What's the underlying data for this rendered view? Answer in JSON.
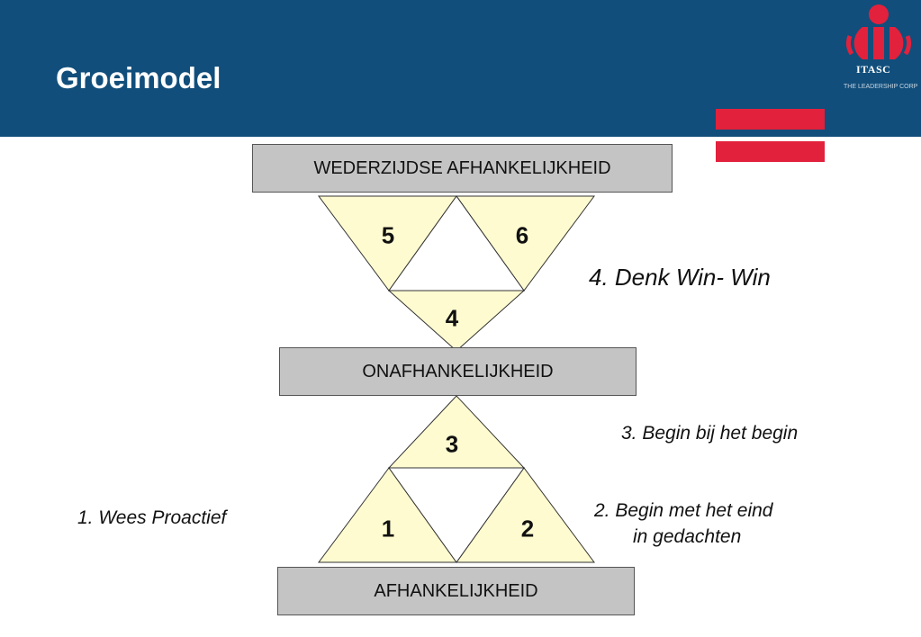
{
  "header": {
    "title": "Groeimodel",
    "background_color": "#114e7b"
  },
  "logo": {
    "name": "ITASC",
    "tagline": "THE LEADERSHIP CORP",
    "color": "#e2213c"
  },
  "diagram": {
    "levels": {
      "top": "WEDERZIJDSE AFHANKELIJKHEID",
      "middle": "ONAFHANKELIJKHEID",
      "bottom": "AFHANKELIJKHEID"
    },
    "numbers": {
      "n1": "1",
      "n2": "2",
      "n3": "3",
      "n4": "4",
      "n5": "5",
      "n6": "6"
    },
    "habits": {
      "h1": "1. Wees Proactief",
      "h2_line1": "2. Begin met het eind",
      "h2_line2": "in gedachten",
      "h3": "3. Begin bij het begin",
      "h4": "4. Denk Win- Win"
    },
    "triangle_fill": "#fefbd0",
    "box_fill": "#c4c4c4"
  }
}
